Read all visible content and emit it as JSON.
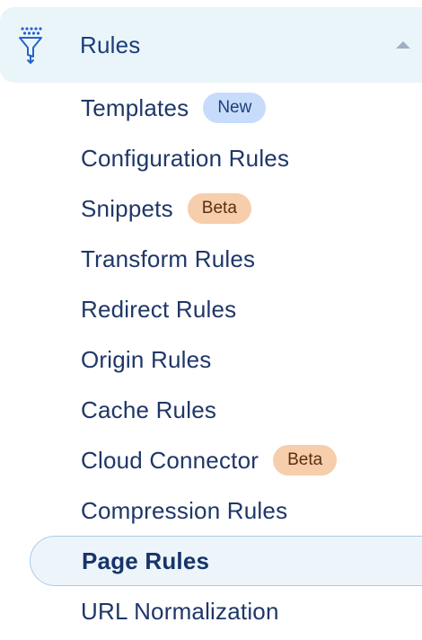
{
  "section": {
    "title": "Rules",
    "icon": "filter-funnel-icon",
    "expanded": true
  },
  "items": [
    {
      "label": "Templates",
      "badge": "New",
      "badge_type": "new",
      "active": false
    },
    {
      "label": "Configuration Rules",
      "badge": null,
      "active": false
    },
    {
      "label": "Snippets",
      "badge": "Beta",
      "badge_type": "beta",
      "active": false
    },
    {
      "label": "Transform Rules",
      "badge": null,
      "active": false
    },
    {
      "label": "Redirect Rules",
      "badge": null,
      "active": false
    },
    {
      "label": "Origin Rules",
      "badge": null,
      "active": false
    },
    {
      "label": "Cache Rules",
      "badge": null,
      "active": false
    },
    {
      "label": "Cloud Connector",
      "badge": "Beta",
      "badge_type": "beta",
      "active": false
    },
    {
      "label": "Compression Rules",
      "badge": null,
      "active": false
    },
    {
      "label": "Page Rules",
      "badge": null,
      "active": true
    },
    {
      "label": "URL Normalization",
      "badge": null,
      "active": false
    }
  ],
  "colors": {
    "header_bg": "#eaf5fa",
    "text": "#1f3768",
    "accent": "#2563c9",
    "badge_new_bg": "#c7dcfb",
    "badge_beta_bg": "#f6ceab"
  }
}
